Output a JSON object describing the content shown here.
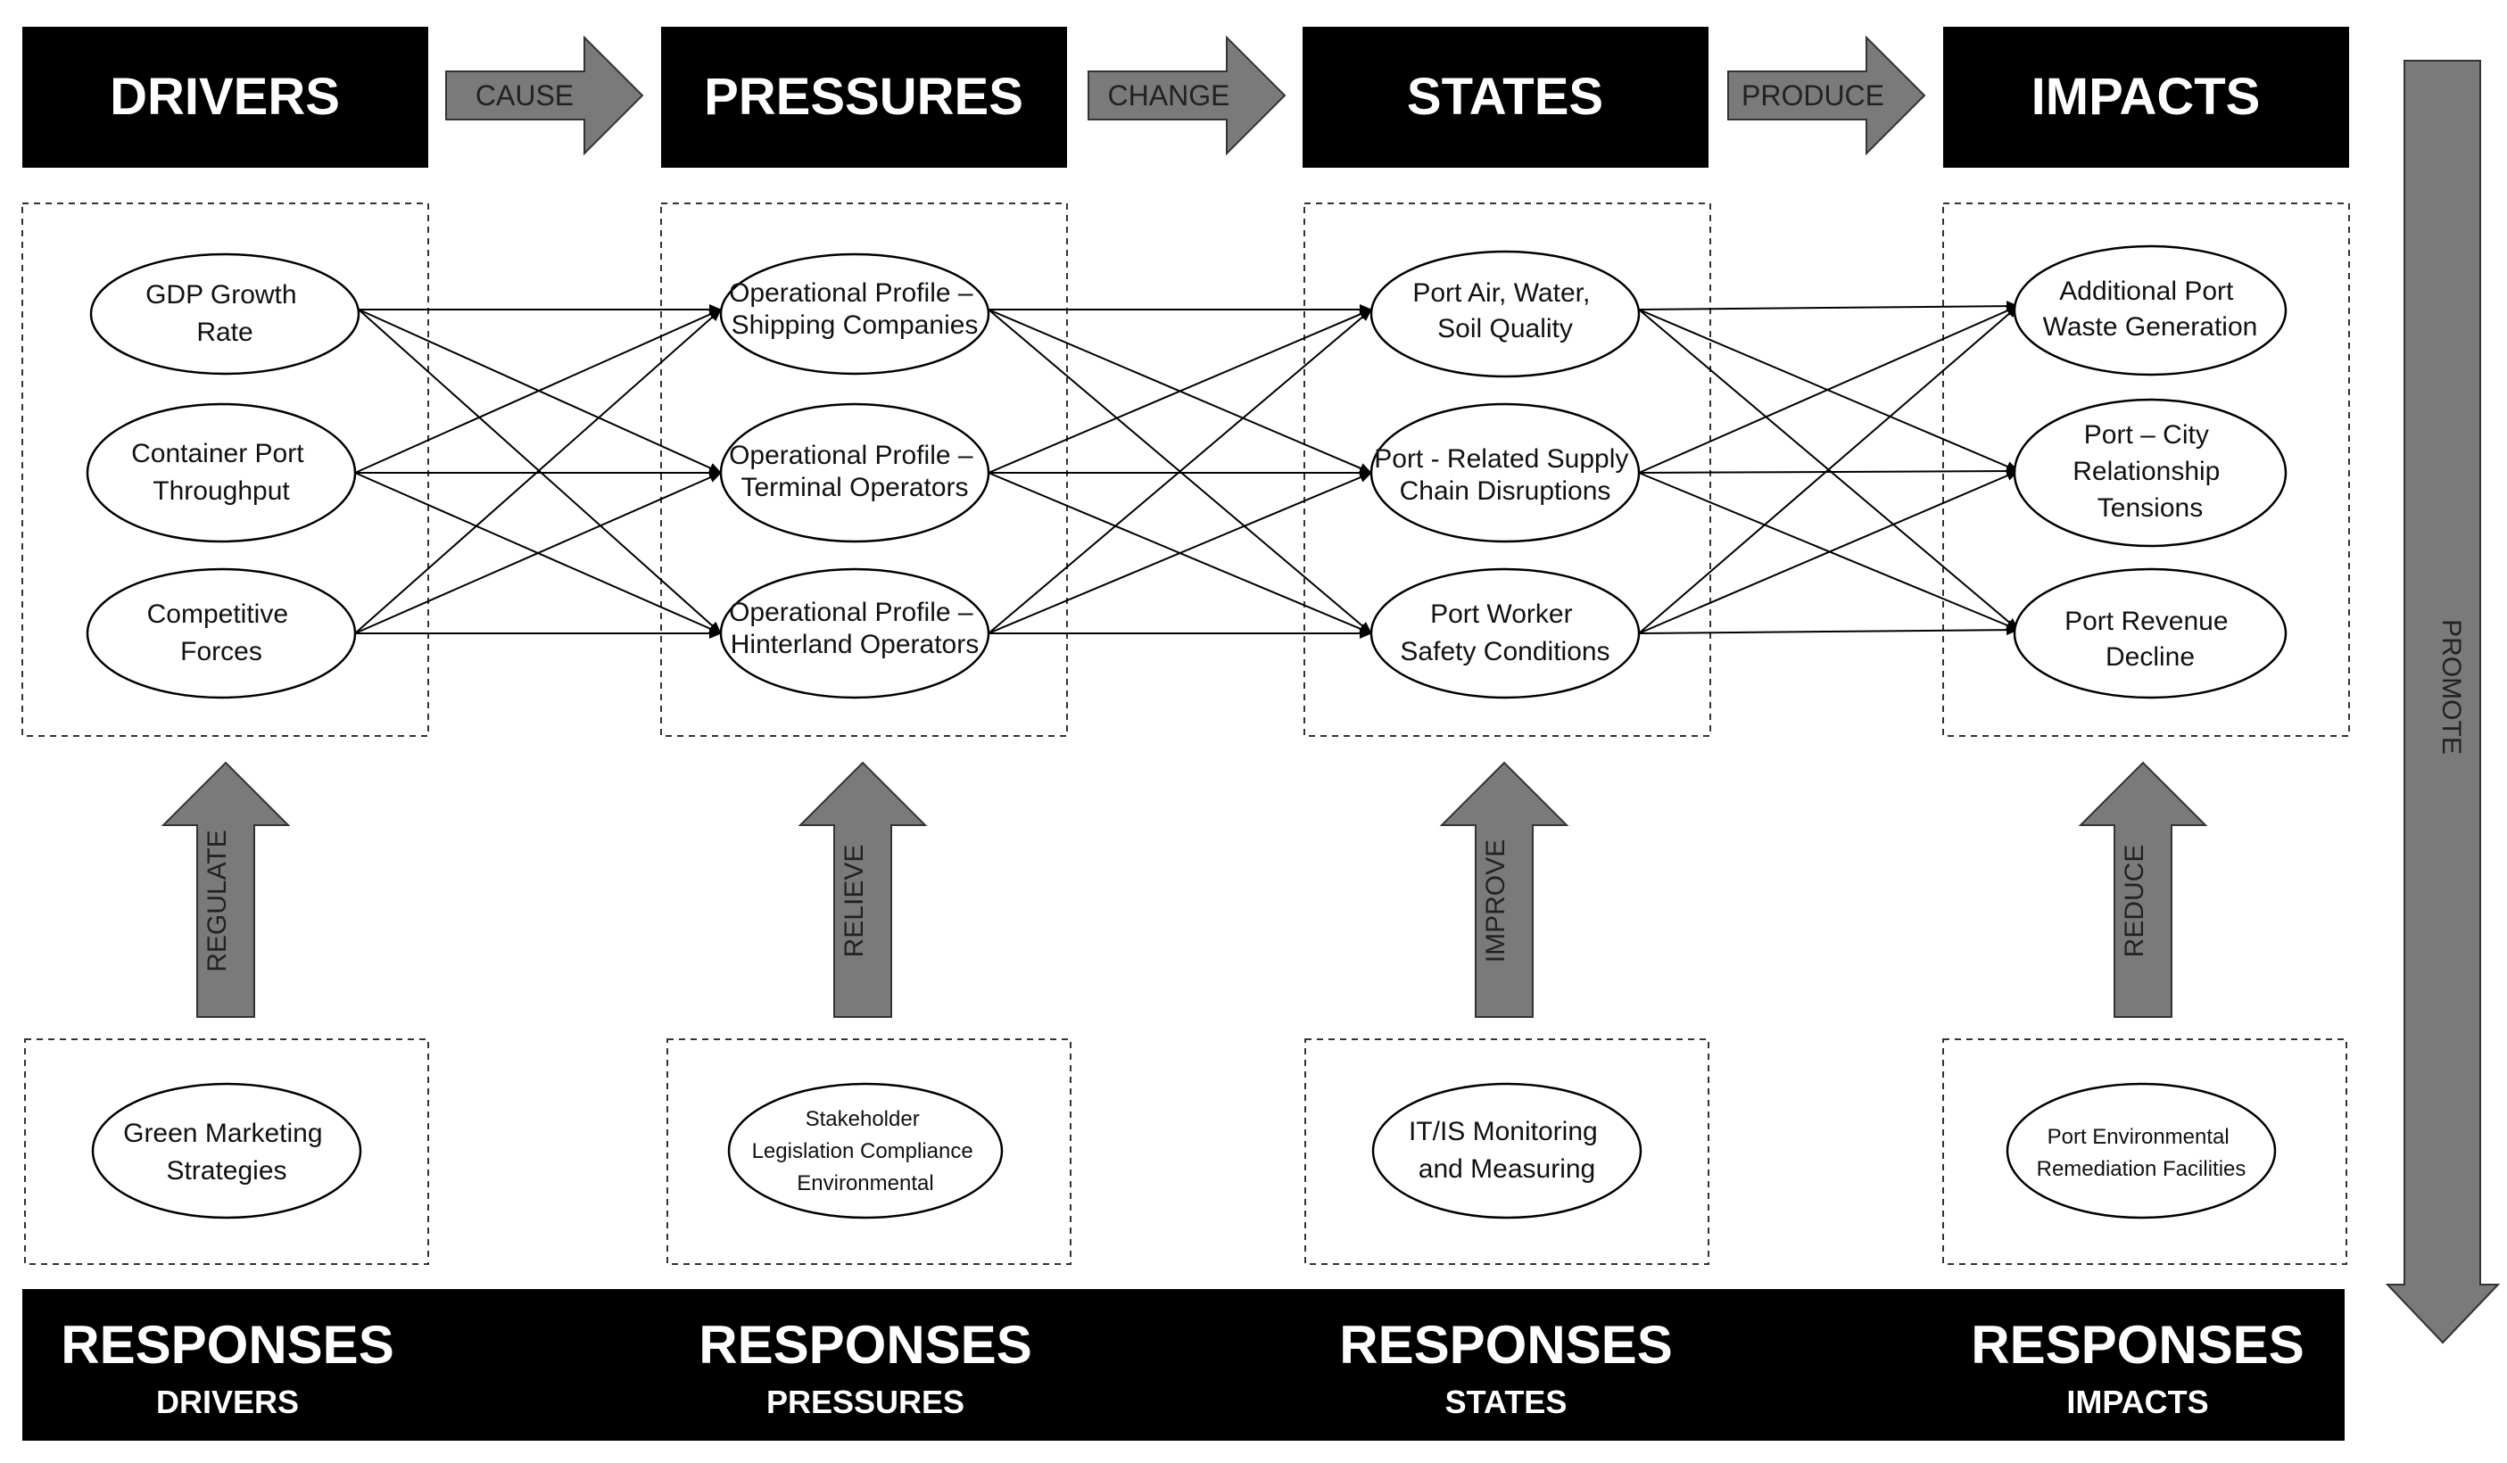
{
  "headers": {
    "drivers": "DRIVERS",
    "pressures": "PRESSURES",
    "states": "STATES",
    "impacts": "IMPACTS"
  },
  "flow_arrows": {
    "cause": "CAUSE",
    "change": "CHANGE",
    "produce": "PRODUCE",
    "promote": "PROMOTE"
  },
  "response_arrows": {
    "regulate": "REGULATE",
    "relieve": "RELIEVE",
    "improve": "IMPROVE",
    "reduce": "REDUCE"
  },
  "drivers": [
    {
      "lines": [
        "GDP Growth",
        "Rate"
      ]
    },
    {
      "lines": [
        "Container Port",
        "Throughput"
      ]
    },
    {
      "lines": [
        "Competitive",
        "Forces"
      ]
    }
  ],
  "pressures": [
    {
      "lines": [
        "Operational Profile –",
        "Shipping Companies"
      ]
    },
    {
      "lines": [
        "Operational Profile –",
        "Terminal Operators"
      ]
    },
    {
      "lines": [
        "Operational Profile –",
        "Hinterland Operators"
      ]
    }
  ],
  "states": [
    {
      "lines": [
        "Port Air, Water,",
        "Soil Quality"
      ]
    },
    {
      "lines": [
        "Port - Related Supply",
        "Chain Disruptions"
      ]
    },
    {
      "lines": [
        "Port Worker",
        "Safety Conditions"
      ]
    }
  ],
  "impacts": [
    {
      "lines": [
        "Additional Port",
        "Waste Generation"
      ]
    },
    {
      "lines": [
        "Port – City",
        "Relationship",
        "Tensions"
      ]
    },
    {
      "lines": [
        "Port Revenue",
        "Decline"
      ]
    }
  ],
  "responses": {
    "drivers": {
      "lines": [
        "Green Marketing",
        "Strategies"
      ]
    },
    "pressures": {
      "lines": [
        "Stakeholder",
        "Legislation Compliance",
        "Environmental"
      ]
    },
    "states": {
      "lines": [
        "IT/IS Monitoring",
        "and Measuring"
      ]
    },
    "impacts": {
      "lines": [
        "Port Environmental",
        "Remediation Facilities"
      ]
    }
  },
  "response_bar": [
    {
      "title": "RESPONSES",
      "sub": "DRIVERS"
    },
    {
      "title": "RESPONSES",
      "sub": "PRESSURES"
    },
    {
      "title": "RESPONSES",
      "sub": "STATES"
    },
    {
      "title": "RESPONSES",
      "sub": "IMPACTS"
    }
  ],
  "colors": {
    "header_bg": "#000000",
    "arrow_fill": "#7a7a7a",
    "node_stroke": "#000000",
    "dashed_border": "#333333"
  }
}
